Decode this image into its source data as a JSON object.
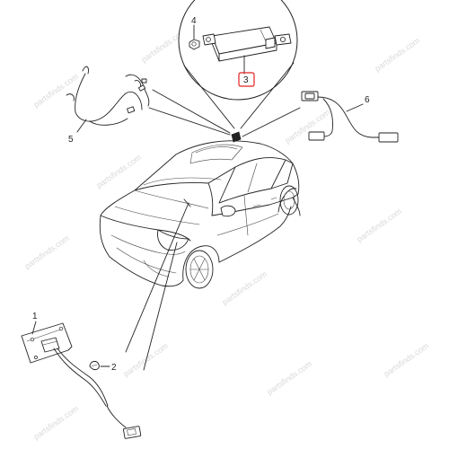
{
  "callouts": {
    "c1": "1",
    "c2": "2",
    "c3": "3",
    "c4": "4",
    "c5": "5",
    "c6": "6"
  },
  "watermark": "partsfinds.com",
  "colors": {
    "highlight_box": "#e02020",
    "line": "#222222",
    "watermark": "#d9d9d9"
  }
}
